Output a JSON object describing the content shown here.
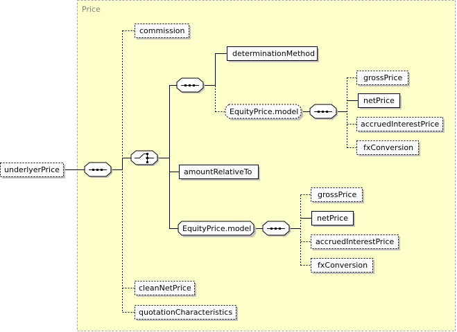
{
  "group": {
    "label": "Price"
  },
  "root": {
    "label": "underlyerPrice"
  },
  "elements": {
    "commission": "commission",
    "determinationMethod": "determinationMethod",
    "equityPriceModel1": "EquityPrice.model",
    "grossPrice1": "grossPrice",
    "netPrice1": "netPrice",
    "accruedInterestPrice1": "accruedInterestPrice",
    "fxConversion1": "fxConversion",
    "amountRelativeTo": "amountRelativeTo",
    "equityPriceModel2": "EquityPrice.model",
    "grossPrice2": "grossPrice",
    "netPrice2": "netPrice",
    "accruedInterestPrice2": "accruedInterestPrice",
    "fxConversion2": "fxConversion",
    "cleanNetPrice": "cleanNetPrice",
    "quotationCharacteristics": "quotationCharacteristics"
  },
  "colors": {
    "group_fill": "#FFFFCC",
    "group_border": "#A0A0A0",
    "box_fill": "#FFFFFF",
    "shadow": "#C0C0C0",
    "line": "#000000"
  }
}
